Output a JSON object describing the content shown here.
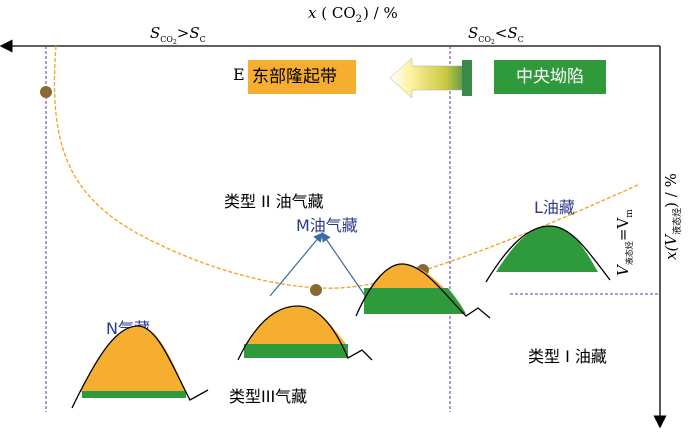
{
  "axes": {
    "top_label_prefix": "x",
    "top_label_paren": "( CO",
    "top_label_sub": "2",
    "top_label_suffix": ") / %",
    "right_label_prefix": "x",
    "right_label_v": "(V",
    "right_label_sub": "液态烃",
    "right_label_suffix": ") / %"
  },
  "conditions": {
    "left": {
      "s1": "S",
      "s1_sub": "CO",
      "s1_sub2": "2",
      "op": ">",
      "s2": "S",
      "s2_sub": "C"
    },
    "right": {
      "s1": "S",
      "s1_sub": "CO",
      "s1_sub2": "2",
      "op": "<",
      "s2": "S",
      "s2_sub": "C"
    }
  },
  "legend": {
    "e_letter": "E",
    "east_uplift": "东部隆起带",
    "central_depression": "中央坳陷"
  },
  "labels": {
    "type2": "类型 II 油气藏",
    "m_reservoir": "M油气藏",
    "l_reservoir": "L油藏",
    "n_reservoir": "N气藏",
    "type1": "类型 I 油藏",
    "type3": "类型III气藏",
    "curve_v": "V",
    "curve_v_sub": "液态烃",
    "curve_eq": "=V",
    "curve_m": "m"
  },
  "colors": {
    "gas": "#f5ae2f",
    "oil": "#2f9a3c",
    "oil_dark": "#1f7a2c",
    "curve": "#f3a21a",
    "purple": "#5a3aa0",
    "dot": "#8a6a30",
    "label_blue": "#2a3a8a"
  }
}
